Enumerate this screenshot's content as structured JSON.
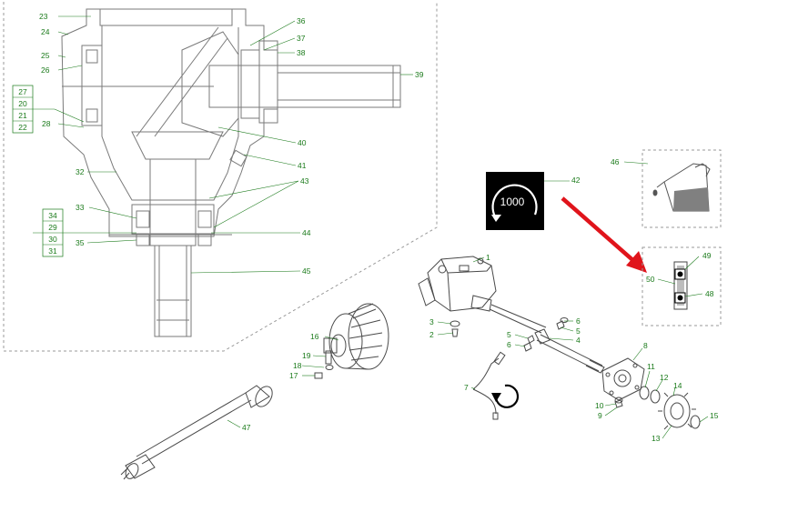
{
  "callouts": {
    "c1": "1",
    "c2": "2",
    "c3": "3",
    "c4": "4",
    "c5a": "5",
    "c5b": "5",
    "c6a": "6",
    "c6b": "6",
    "c7": "7",
    "c8": "8",
    "c9": "9",
    "c10": "10",
    "c11": "11",
    "c12": "12",
    "c13": "13",
    "c14": "14",
    "c15": "15",
    "c16": "16",
    "c17": "17",
    "c18": "18",
    "c19": "19",
    "c23": "23",
    "c24": "24",
    "c25": "25",
    "c26": "26",
    "c28": "28",
    "c32": "32",
    "c33": "33",
    "c35": "35",
    "c36": "36",
    "c37": "37",
    "c38": "38",
    "c39": "39",
    "c40": "40",
    "c41": "41",
    "c42": "42",
    "c43": "43",
    "c44": "44",
    "c45": "45",
    "c46": "46",
    "c47": "47",
    "c48": "48",
    "c49": "49",
    "c50": "50"
  },
  "group_boxes": {
    "bearing_group_a": [
      "27",
      "20",
      "21",
      "22"
    ],
    "bearing_group_b": [
      "34",
      "29",
      "30",
      "31"
    ]
  },
  "speed_badge": {
    "text": "1000",
    "color": "#000000"
  },
  "colors": {
    "callout_green": "#1a7a1a",
    "arrow_red": "#e0141b",
    "line_gray": "#7a7a7a"
  },
  "icons": {
    "speed": "rpm-gauge-icon",
    "rotation": "rotation-direction-icon",
    "oil": "oil-can-pouring-icon",
    "seal": "seal-ring-icon"
  }
}
